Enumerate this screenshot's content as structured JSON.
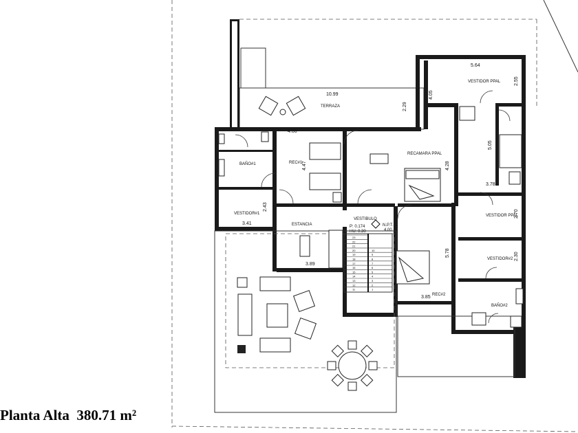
{
  "caption": {
    "title": "Planta Alta",
    "area": "380.71 m²"
  },
  "rooms": {
    "terraza": "TERRAZA",
    "vestidor_ppal_top": "VESTIDOR PPAL",
    "bano1": "BAÑO#1",
    "rec1": "REC#1",
    "recamara_ppal": "RECAMARA PPAL",
    "vestidor1": "VESTIDOR#1",
    "vestibulo": "VESTIBULO",
    "estancia": "ESTANCIA",
    "vestidor_ppal": "VESTIDOR PPAL",
    "vestidor2": "VESTIDOR#2",
    "rec2": "REC#2",
    "bano2": "BAÑO#2"
  },
  "level": {
    "p": "P: 0.174",
    "hu": "HU: 0.30",
    "npt": "N.P.T.",
    "npt_value": "4.00"
  },
  "dims": {
    "d_1099": "10.99",
    "d_564": "5.64",
    "d_255": "2.55",
    "d_405": "4.05",
    "d_229": "2.29",
    "d_400": "4.00",
    "d_447": "4.47",
    "d_428": "4.28",
    "d_505": "5.05",
    "d_378": "3.78",
    "d_243": "2.43",
    "d_341": "3.41",
    "d_270": "2.70",
    "d_389": "3.89",
    "d_578": "5.78",
    "d_230": "2.30",
    "d_385": "3.85"
  },
  "stair_steps": [
    "23",
    "22",
    "21",
    "20",
    "19",
    "18",
    "17",
    "16",
    "15",
    "14",
    "13",
    "12",
    "11",
    "1",
    "2",
    "3",
    "4",
    "5",
    "6",
    "7",
    "8",
    "9",
    "10"
  ]
}
